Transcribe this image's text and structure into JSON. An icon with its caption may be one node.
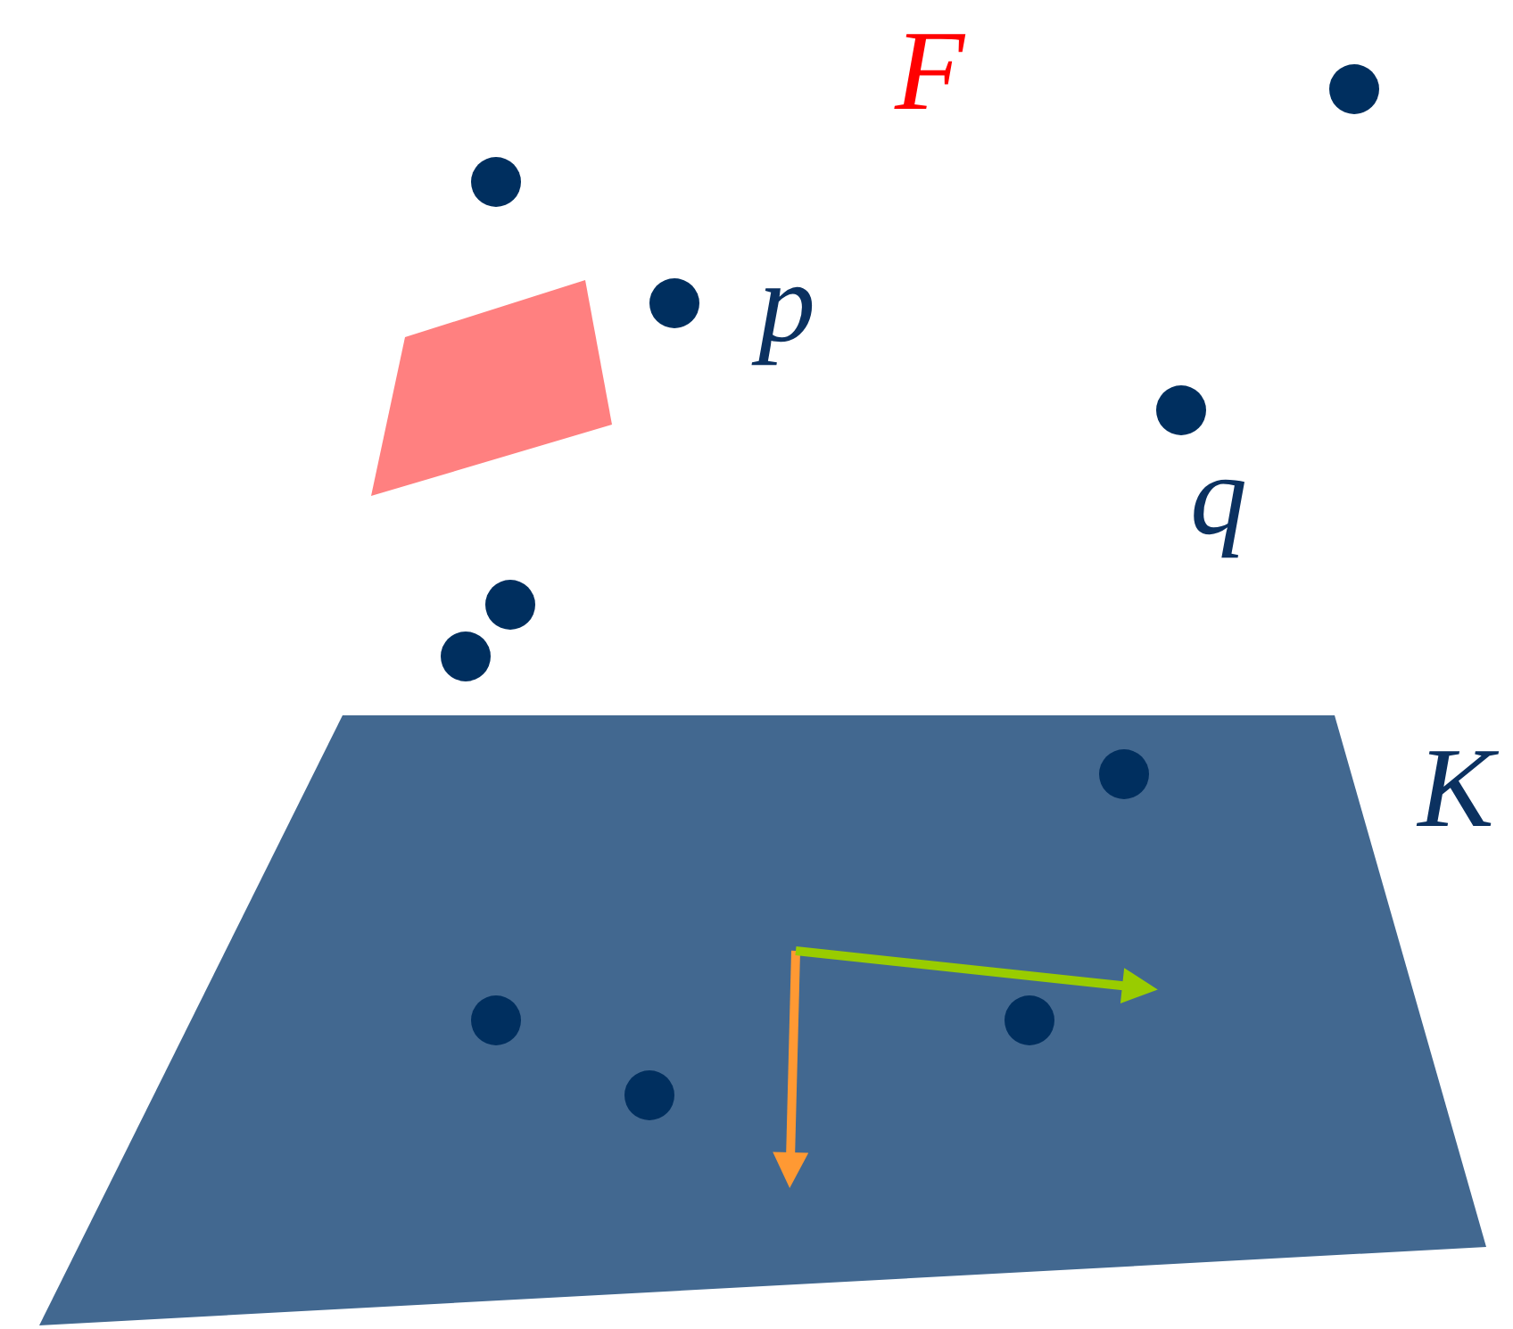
{
  "diagram": {
    "nodes": [
      {
        "text": [],
        "shape": "box"
      }
    ],
    "labels": [
      "F",
      "p",
      "q",
      "K"
    ]
  }
}
